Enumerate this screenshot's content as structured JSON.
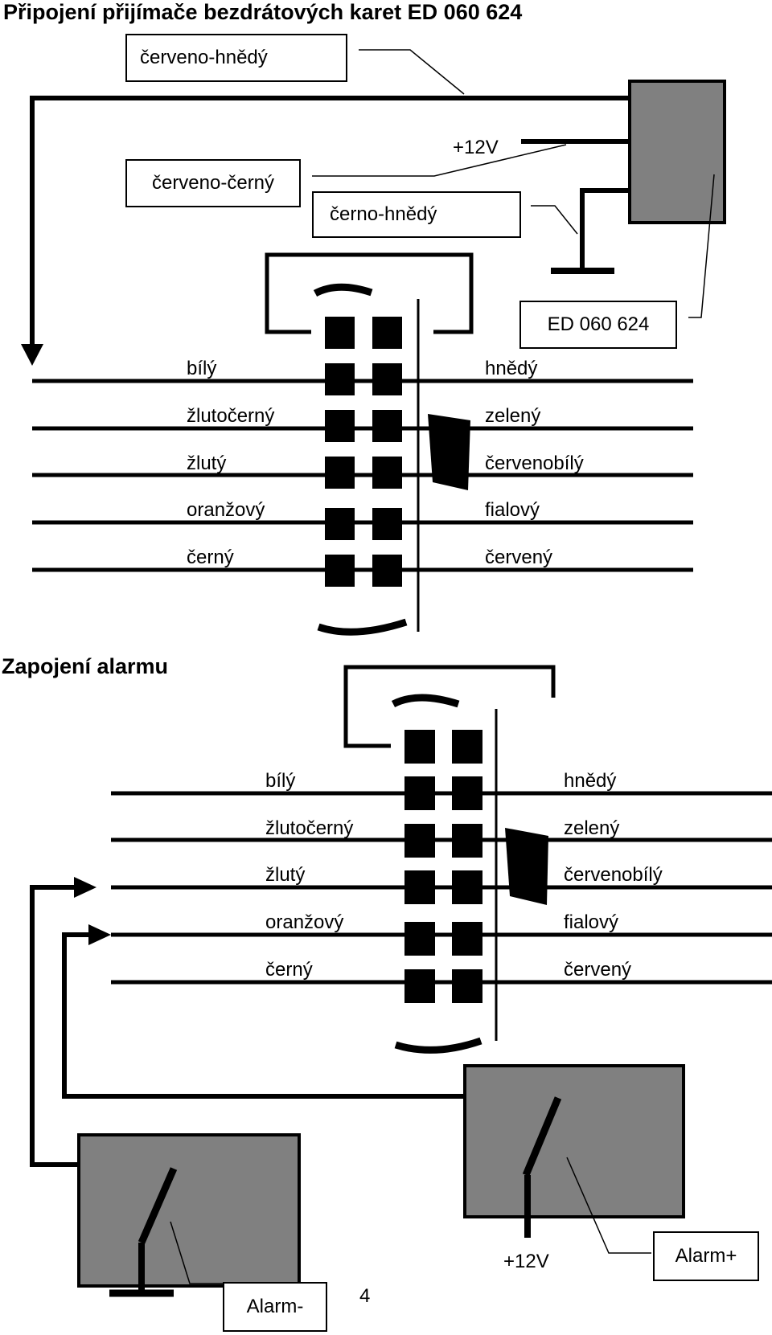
{
  "title": "Připojení přijímače bezdrátových karet ED 060 624",
  "section2_title": "Zapojení alarmu",
  "page_number": "4",
  "receiver": {
    "label_red_brown": "červeno-hnědý",
    "label_red_black": "červeno-černý",
    "label_black_brown": "černo-hnědý",
    "label_plus12": "+12V",
    "device_name": "ED 060 624"
  },
  "wires_left": [
    "bílý",
    "žlutočerný",
    "žlutý",
    "oranžový",
    "černý"
  ],
  "wires_right": [
    "hnědý",
    "zelený",
    "červenobílý",
    "fialový",
    "červený"
  ],
  "alarm": {
    "plus12": "+12V",
    "alarm_plus": "Alarm+",
    "alarm_minus": "Alarm-"
  },
  "colors": {
    "line": "#000000",
    "device_fill": "#808080",
    "background": "#ffffff"
  }
}
